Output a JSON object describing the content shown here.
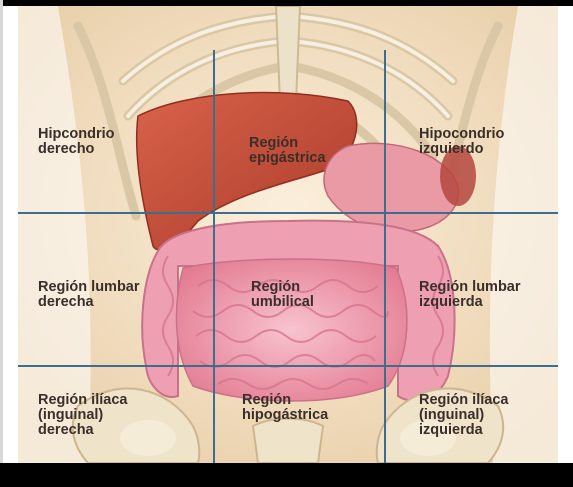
{
  "regions": {
    "hipocondrio_derecho": [
      "Hipcondrio",
      "derecho"
    ],
    "epigastrica": [
      "Región",
      "epigástrica"
    ],
    "hipocondrio_izquierdo": [
      "Hipocondrio",
      "izquierdo"
    ],
    "lumbar_derecha": [
      "Región lumbar",
      "derecha"
    ],
    "umbilical": [
      "Región",
      "umbilical"
    ],
    "lumbar_izquierda": [
      "Región lumbar",
      "izquierda"
    ],
    "iliaca_derecha": [
      "Región ilíaca",
      "(inguinal)",
      "derecha"
    ],
    "hipogastrica": [
      "Región",
      "hipogástrica"
    ],
    "iliaca_izquierda": [
      "Región ilíaca",
      "(inguinal)",
      "izquierda"
    ]
  },
  "colors": {
    "skin": "#f3e1c6",
    "bone": "#efe6d2",
    "liver": "#c9513a",
    "stomach": "#e88f9a",
    "intestine": "#f0a2b4",
    "grid_line": "#3d6d8f"
  }
}
